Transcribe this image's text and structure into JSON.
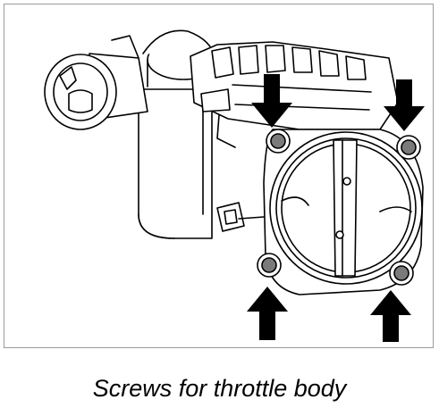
{
  "figure": {
    "caption": "Screws for throttle body",
    "colors": {
      "line": "#000000",
      "paper": "#ffffff",
      "border": "#9a9a9a",
      "screw_fill": "#7a7a7a"
    },
    "parts": [
      {
        "id": "screw-top-left",
        "icon": "screw-icon"
      },
      {
        "id": "screw-top-right",
        "icon": "screw-icon"
      },
      {
        "id": "screw-bottom-left",
        "icon": "screw-icon"
      },
      {
        "id": "screw-bottom-right",
        "icon": "screw-icon"
      }
    ],
    "arrows": [
      {
        "id": "arrow-top-left",
        "direction": "down"
      },
      {
        "id": "arrow-top-right",
        "direction": "down"
      },
      {
        "id": "arrow-bottom-left",
        "direction": "up"
      },
      {
        "id": "arrow-bottom-right",
        "direction": "up"
      }
    ]
  }
}
